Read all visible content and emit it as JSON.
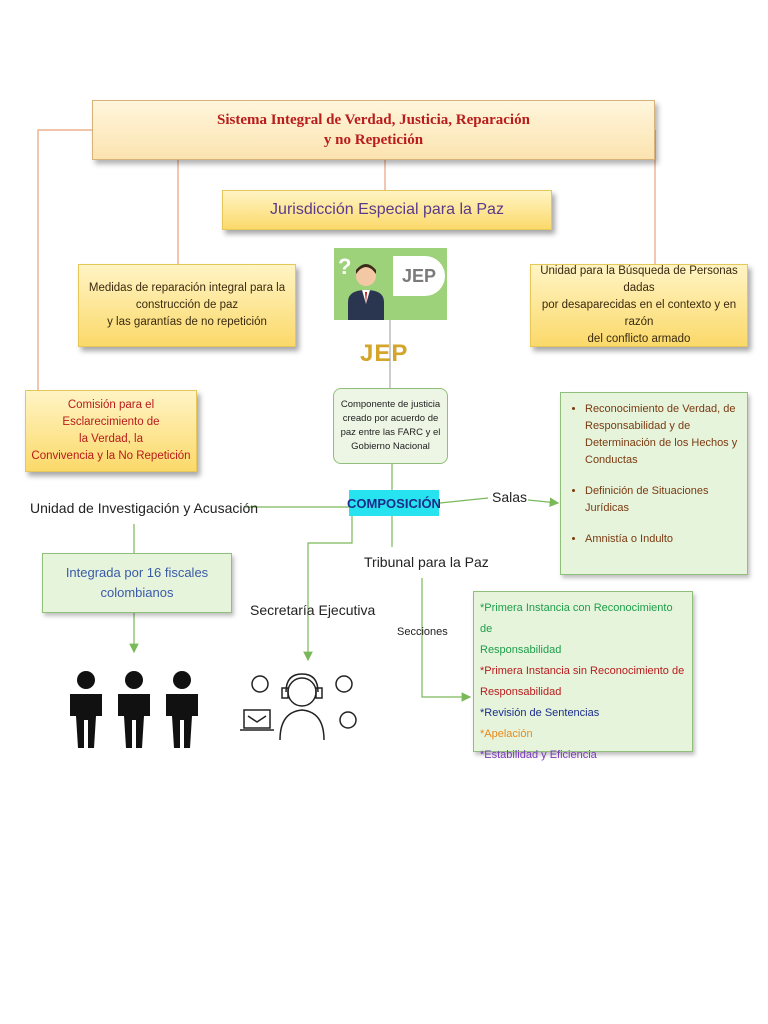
{
  "title": {
    "line1": "Sistema Integral de Verdad, Justicia, Reparación",
    "line2": "y no Repetición"
  },
  "jep_box": {
    "label": "Jurisdicción Especial para la Paz"
  },
  "medidas": {
    "line1": "Medidas de reparación integral para la",
    "line2": "construcción de paz",
    "line3": "y las garantías de no repetición"
  },
  "unidad_busqueda": {
    "line1": "Unidad para la Búsqueda de Personas dadas",
    "line2": "por desaparecidas en el contexto y en razón",
    "line3": "del conflicto armado"
  },
  "logo": {
    "text": "JEP",
    "question": "?"
  },
  "jep_label": "JEP",
  "comision": {
    "line1": "Comisión para el Esclarecimiento de",
    "line2": "la Verdad, la",
    "line3": "Convivencia y la No Repetición"
  },
  "componente": {
    "line1": "Componente de justicia",
    "line2": "creado por acuerdo de",
    "line3": "paz entre las FARC y el",
    "line4": "Gobierno Nacional"
  },
  "composicion": "COMPOSICIÓN",
  "salas_label": "Salas",
  "salas_items": [
    "Reconocimiento de Verdad, de Responsabilidad y de Determinación de los Hechos y Conductas",
    "Definición de Situaciones Jurídicas",
    "Amnistía o Indulto"
  ],
  "unidad_investigacion": "Unidad de Investigación y Acusación",
  "fiscales": {
    "line1": "Integrada por 16 fiscales",
    "line2": "colombianos"
  },
  "tribunal": "Tribunal para la Paz",
  "secretaria": "Secretaría Ejecutiva",
  "secciones_label": "Secciones",
  "secciones": [
    {
      "text": "*Primera Instancia con Reconocimiento de",
      "color": "#1e9e4a"
    },
    {
      "text": "Responsabilidad",
      "color": "#1e9e4a"
    },
    {
      "text": "*Primera Instancia sin Reconocimiento de",
      "color": "#b81c1c"
    },
    {
      "text": "Responsabilidad",
      "color": "#b81c1c"
    },
    {
      "text": "*Revisión de Sentencias",
      "color": "#1a2d8a"
    },
    {
      "text": "*Apelación",
      "color": "#e58a1e"
    },
    {
      "text": "*Estabilidad y Eficiencia",
      "color": "#7a3ab8"
    }
  ],
  "colors": {
    "connector": "#e8a27a",
    "green_line": "#7ab85a",
    "accent_red": "#b81c1c",
    "composicion_bg": "#27e2ef"
  },
  "icons": [
    "person-figure-icon",
    "support-agent-icon",
    "question-mark-icon",
    "arrow-icon"
  ]
}
